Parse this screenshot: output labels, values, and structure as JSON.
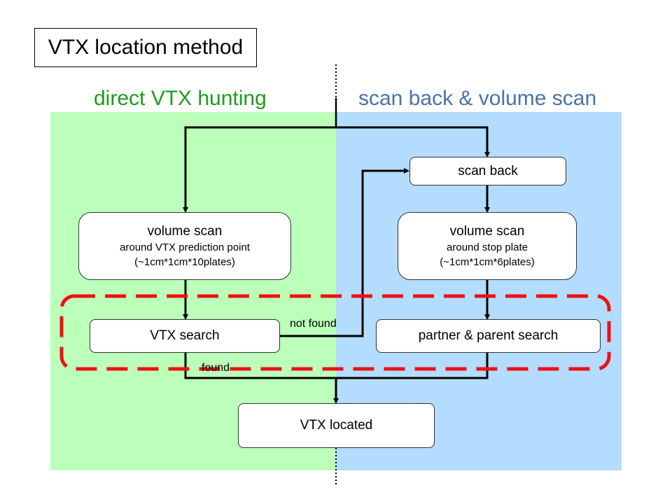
{
  "title": "VTX location method",
  "sections": {
    "left_heading": "direct VTX hunting",
    "right_heading": "scan back & volume scan"
  },
  "colors": {
    "left_panel": "#bbffbb",
    "right_panel": "#b3dcff",
    "left_heading": "#1a9e1a",
    "right_heading": "#4a72a8",
    "highlight_dash": "#ee1111"
  },
  "nodes": {
    "scan_back": {
      "label": "scan back"
    },
    "volume_scan_left": {
      "label": "volume scan",
      "detail_1": "around VTX prediction point",
      "detail_2": "(~1cm*1cm*10plates)"
    },
    "volume_scan_right": {
      "label": "volume scan",
      "detail_1": "around stop plate",
      "detail_2": "(~1cm*1cm*6plates)"
    },
    "vtx_search": {
      "label": "VTX search"
    },
    "partner_parent_search": {
      "label": "partner & parent search"
    },
    "vtx_located": {
      "label": "VTX located"
    }
  },
  "edge_labels": {
    "not_found": "not found",
    "found": "found"
  }
}
